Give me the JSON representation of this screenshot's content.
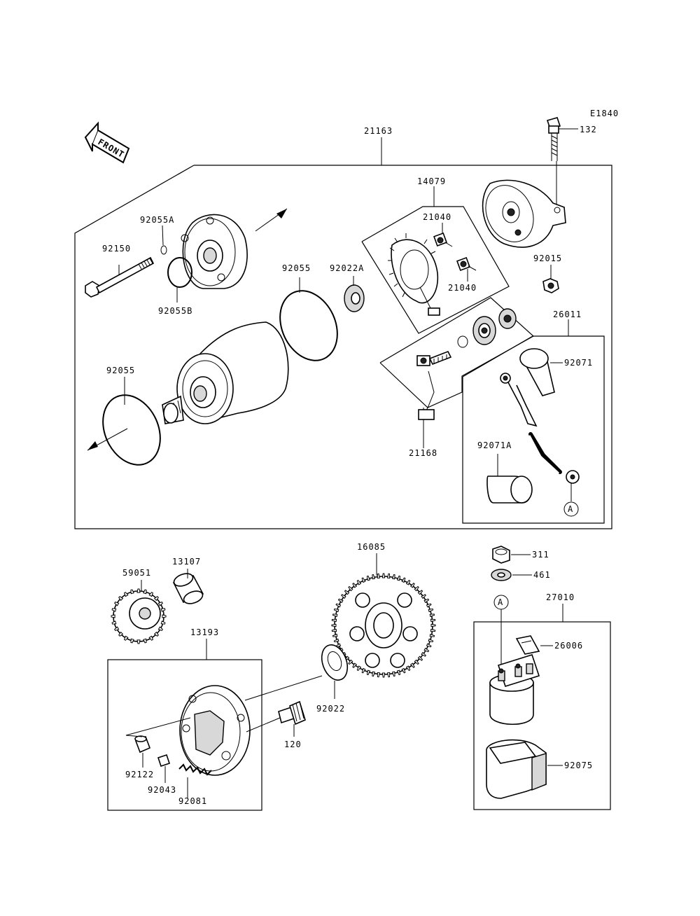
{
  "diagram": {
    "code": "E1840",
    "front_label": "FRONT",
    "circle_marker": "A",
    "labels": {
      "p21163": "21163",
      "p132": "132",
      "p14079": "14079",
      "p21040a": "21040",
      "p21040b": "21040",
      "p92055A": "92055A",
      "p92150": "92150",
      "p92055B": "92055B",
      "p92055a": "92055",
      "p92022A": "92022A",
      "p92015": "92015",
      "p26011": "26011",
      "p92055b": "92055",
      "p92071": "92071",
      "p21168": "21168",
      "p92071A": "92071A",
      "p16085": "16085",
      "p13107": "13107",
      "p59051": "59051",
      "p311": "311",
      "p461": "461",
      "p27010": "27010",
      "p13193": "13193",
      "p26006": "26006",
      "p82022": "92022",
      "p120": "120",
      "p92122": "92122",
      "p92075": "92075",
      "p92043": "92043",
      "p92081": "92081"
    }
  }
}
